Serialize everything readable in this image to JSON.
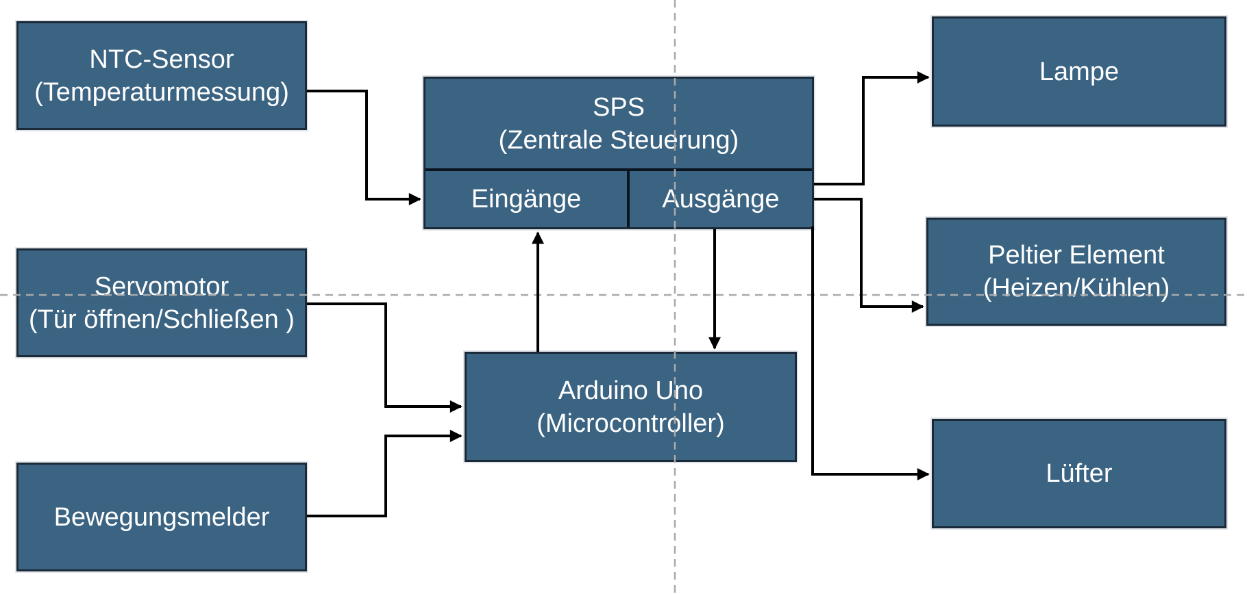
{
  "diagram": {
    "title": "SPS / Arduino control block diagram",
    "colors": {
      "background": "#FFFFFF",
      "node_fill": "#3B6382",
      "node_border": "#1B2A39",
      "node_text": "#FFFFFF",
      "connector": "#000000",
      "guide_dashed": "#A9A9A9"
    },
    "nodes": {
      "ntc": {
        "lines": [
          "NTC-Sensor",
          "(Temperaturmessung)"
        ]
      },
      "servo": {
        "lines": [
          "Servomotor",
          "(Tür öffnen/Schließen )"
        ]
      },
      "beweg": {
        "lines": [
          "Bewegungsmelder"
        ]
      },
      "sps": {
        "lines": [
          "SPS",
          "(Zentrale Steuerung)"
        ]
      },
      "eingaenge": {
        "label": "Eingänge"
      },
      "ausgaenge": {
        "label": "Ausgänge"
      },
      "arduino": {
        "lines": [
          "Arduino Uno",
          "(Microcontroller)"
        ]
      },
      "lampe": {
        "lines": [
          "Lampe"
        ]
      },
      "peltier": {
        "lines": [
          "Peltier Element",
          "(Heizen/Kühlen)"
        ]
      },
      "luefter": {
        "lines": [
          "Lüfter"
        ]
      }
    },
    "connections": [
      {
        "from": "ntc-sensor",
        "to": "sps-eingaenge"
      },
      {
        "from": "servomotor",
        "to": "arduino-uno"
      },
      {
        "from": "bewegungsmelder",
        "to": "arduino-uno"
      },
      {
        "from": "arduino-uno",
        "to": "sps-eingaenge"
      },
      {
        "from": "sps-ausgaenge",
        "to": "arduino-uno"
      },
      {
        "from": "sps-ausgaenge",
        "to": "lampe"
      },
      {
        "from": "sps-ausgaenge",
        "to": "peltier-element"
      },
      {
        "from": "sps-ausgaenge",
        "to": "luefter"
      }
    ]
  }
}
